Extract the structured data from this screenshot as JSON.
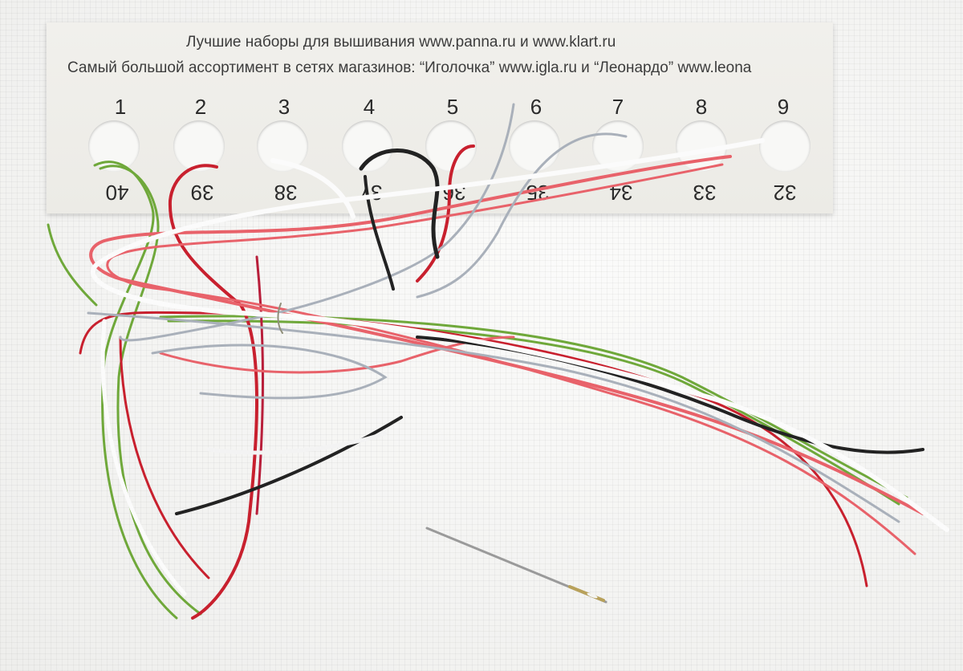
{
  "card": {
    "line1": "Лучшие наборы для вышивания www.panna.ru и www.klart.ru",
    "line2": "Самый большой ассортимент в сетях магазинов: “Иголочка” www.igla.ru и “Леонардо” www.leona",
    "top_numbers": [
      "1",
      "2",
      "3",
      "4",
      "5",
      "6",
      "7",
      "8",
      "9"
    ],
    "bottom_numbers": [
      "40",
      "39",
      "38",
      "37",
      "36",
      "35",
      "34",
      "33",
      "32"
    ]
  },
  "colors": {
    "green": "#6fa83a",
    "red": "#c8202e",
    "coral": "#e8626a",
    "black": "#222222",
    "gray": "#a9b0ba",
    "white": "#fbfbfb",
    "needle": "#b8a15a"
  }
}
